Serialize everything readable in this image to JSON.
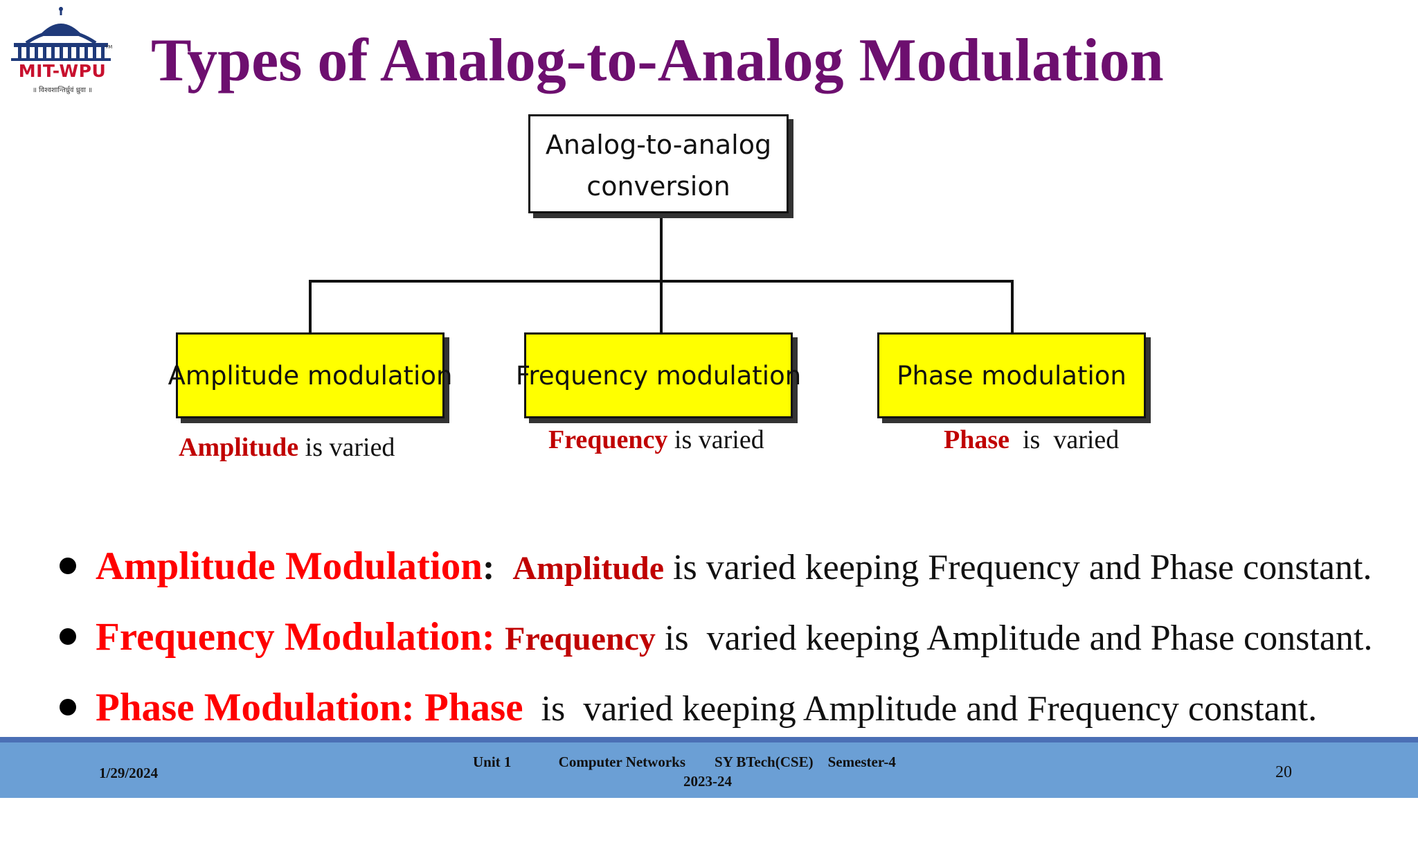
{
  "logo": {
    "name": "MIT-WPU",
    "tm": "TM",
    "tagline": "॥ विश्वशान्तिर्ध्रुवं ध्रुवा ॥"
  },
  "title": "Types of Analog-to-Analog Modulation",
  "diagram": {
    "root": {
      "line1": "Analog-to-analog",
      "line2": "conversion"
    },
    "children": [
      {
        "label": "Amplitude modulation",
        "caption_bold": "Amplitude",
        "caption_rest": " is varied"
      },
      {
        "label": "Frequency modulation",
        "caption_bold": "Frequency",
        "caption_rest": " is varied"
      },
      {
        "label": "Phase modulation",
        "caption_bold": "Phase",
        "caption_rest": "  is  varied"
      }
    ]
  },
  "bullets": [
    {
      "term": "Amplitude Modulation",
      "sep": ":  ",
      "key": "Amplitude",
      "rest": " is varied keeping Frequency and Phase constant."
    },
    {
      "term": "Frequency Modulation: ",
      "key": "Frequency",
      "rest": " is  varied keeping Amplitude and Phase constant."
    },
    {
      "term": "Phase Modulation: Phase",
      "rest": "  is  varied keeping Amplitude and Frequency constant."
    }
  ],
  "footer": {
    "date": "1/29/2024",
    "center_line": "Unit 1             Computer Networks        SY BTech(CSE)    Semester-4",
    "year": "2023-24",
    "page": "20"
  },
  "colors": {
    "title": "#6d0f6f",
    "term_red": "#ff0000",
    "caption_red": "#c00000",
    "box_yellow": "#ffff00",
    "footer_bg": "#6b9fd5"
  }
}
